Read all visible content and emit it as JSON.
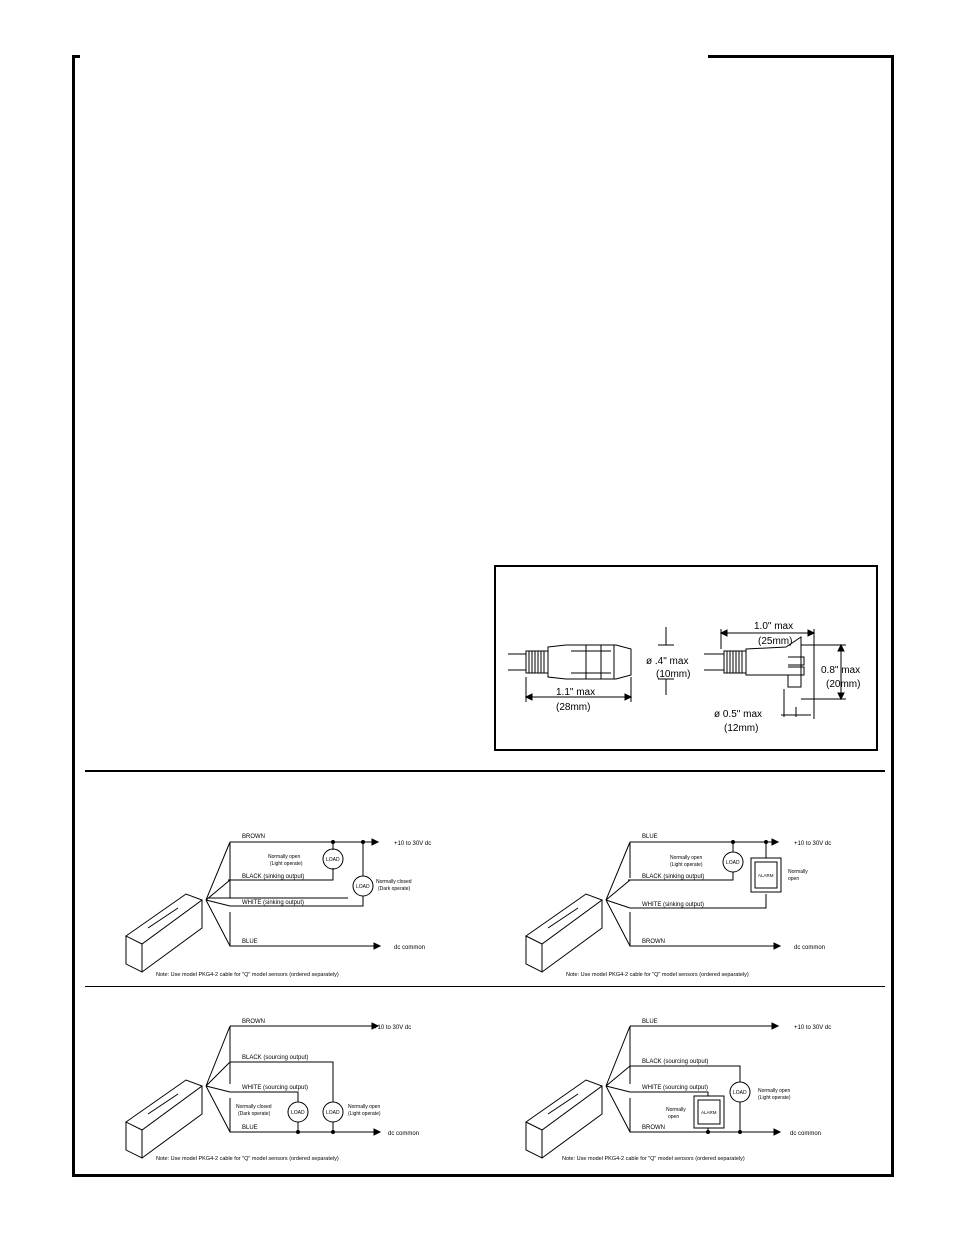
{
  "dimension_drawing": {
    "straight": {
      "diameter": "ø .4\" max",
      "diameter_mm": "(10mm)",
      "length": "1.1\" max",
      "length_mm": "(28mm)"
    },
    "right_angle": {
      "length": "1.0\" max",
      "length_mm": "(25mm)",
      "height": "0.8\" max",
      "height_mm": "(20mm)",
      "diameter": "ø 0.5\" max",
      "diameter_mm": "(12mm)"
    }
  },
  "diagrams": [
    {
      "wires": {
        "top": "BROWN",
        "mid1": "BLACK (sinking output)",
        "mid2": "WHITE (sinking output)",
        "bottom": "BLUE"
      },
      "supply": "+10 to 30V dc",
      "common": "dc common",
      "load1": {
        "label": "LOAD",
        "caption1": "Normally open",
        "caption2": "(Light operate)"
      },
      "load2": {
        "label": "LOAD",
        "caption1": "Normally closed",
        "caption2": "(Dark operate)"
      },
      "note": "Note: Use model PKG4-2 cable for \"Q\" model sensors (ordered separately)"
    },
    {
      "wires": {
        "top": "BLUE",
        "mid1": "BLACK (sinking output)",
        "mid2": "WHITE (sinking output)",
        "bottom": "BROWN"
      },
      "supply": "+10 to 30V dc",
      "common": "dc common",
      "load1": {
        "label": "LOAD",
        "caption1": "Normally open",
        "caption2": "(Light operate)"
      },
      "alarm": {
        "label": "ALARM",
        "caption1": "Normally",
        "caption2": "open"
      },
      "note": "Note: Use model PKG4-2 cable for \"Q\" model sensors (ordered separately)"
    },
    {
      "wires": {
        "top": "BROWN",
        "mid1": "BLACK (sourcing output)",
        "mid2": "WHITE (sourcing output)",
        "bottom": "BLUE"
      },
      "supply": "+10 to 30V dc",
      "common": "dc common",
      "load1": {
        "label": "LOAD",
        "caption1": "Normally closed",
        "caption2": "(Dark operate)"
      },
      "load2": {
        "label": "LOAD",
        "caption1": "Normally open",
        "caption2": "(Light operate)"
      },
      "note": "Note: Use model PKG4-2 cable for \"Q\" model sensors (ordered separately)"
    },
    {
      "wires": {
        "top": "BLUE",
        "mid1": "BLACK (sourcing output)",
        "mid2": "WHITE (sourcing output)",
        "bottom": "BROWN"
      },
      "supply": "+10 to 30V dc",
      "common": "dc common",
      "load1": {
        "label": "LOAD",
        "caption1": "Normally open",
        "caption2": "(Light operate)"
      },
      "alarm": {
        "label": "ALARM",
        "caption1": "Normally",
        "caption2": "open"
      },
      "note": "Note: Use model PKG4-2 cable for \"Q\" model sensors (ordered separately)"
    }
  ]
}
